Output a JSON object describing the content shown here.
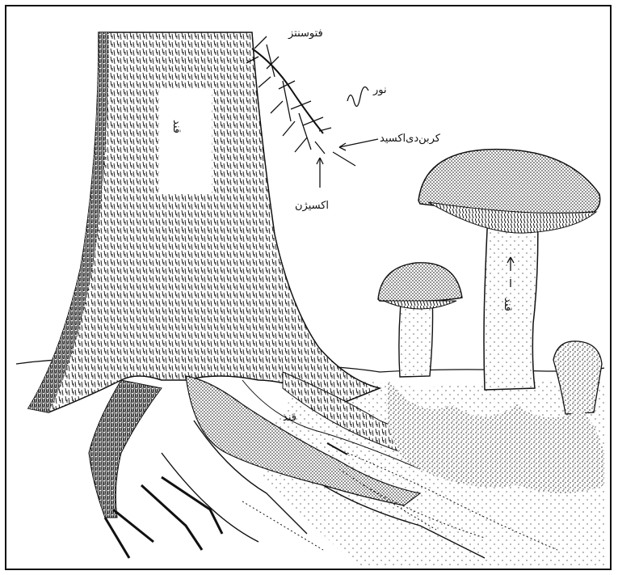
{
  "labels": {
    "photosynthesis": "فتوسنتز",
    "light": "نور",
    "carbon_dioxide": "کربن‌دی‌اکسید",
    "oxygen": "اکسیژن",
    "sugar_root": "قند",
    "sugar_trunk": "قند",
    "sugar_mushroom": "قند"
  },
  "colors": {
    "ink": "#111111",
    "paper": "#ffffff"
  }
}
